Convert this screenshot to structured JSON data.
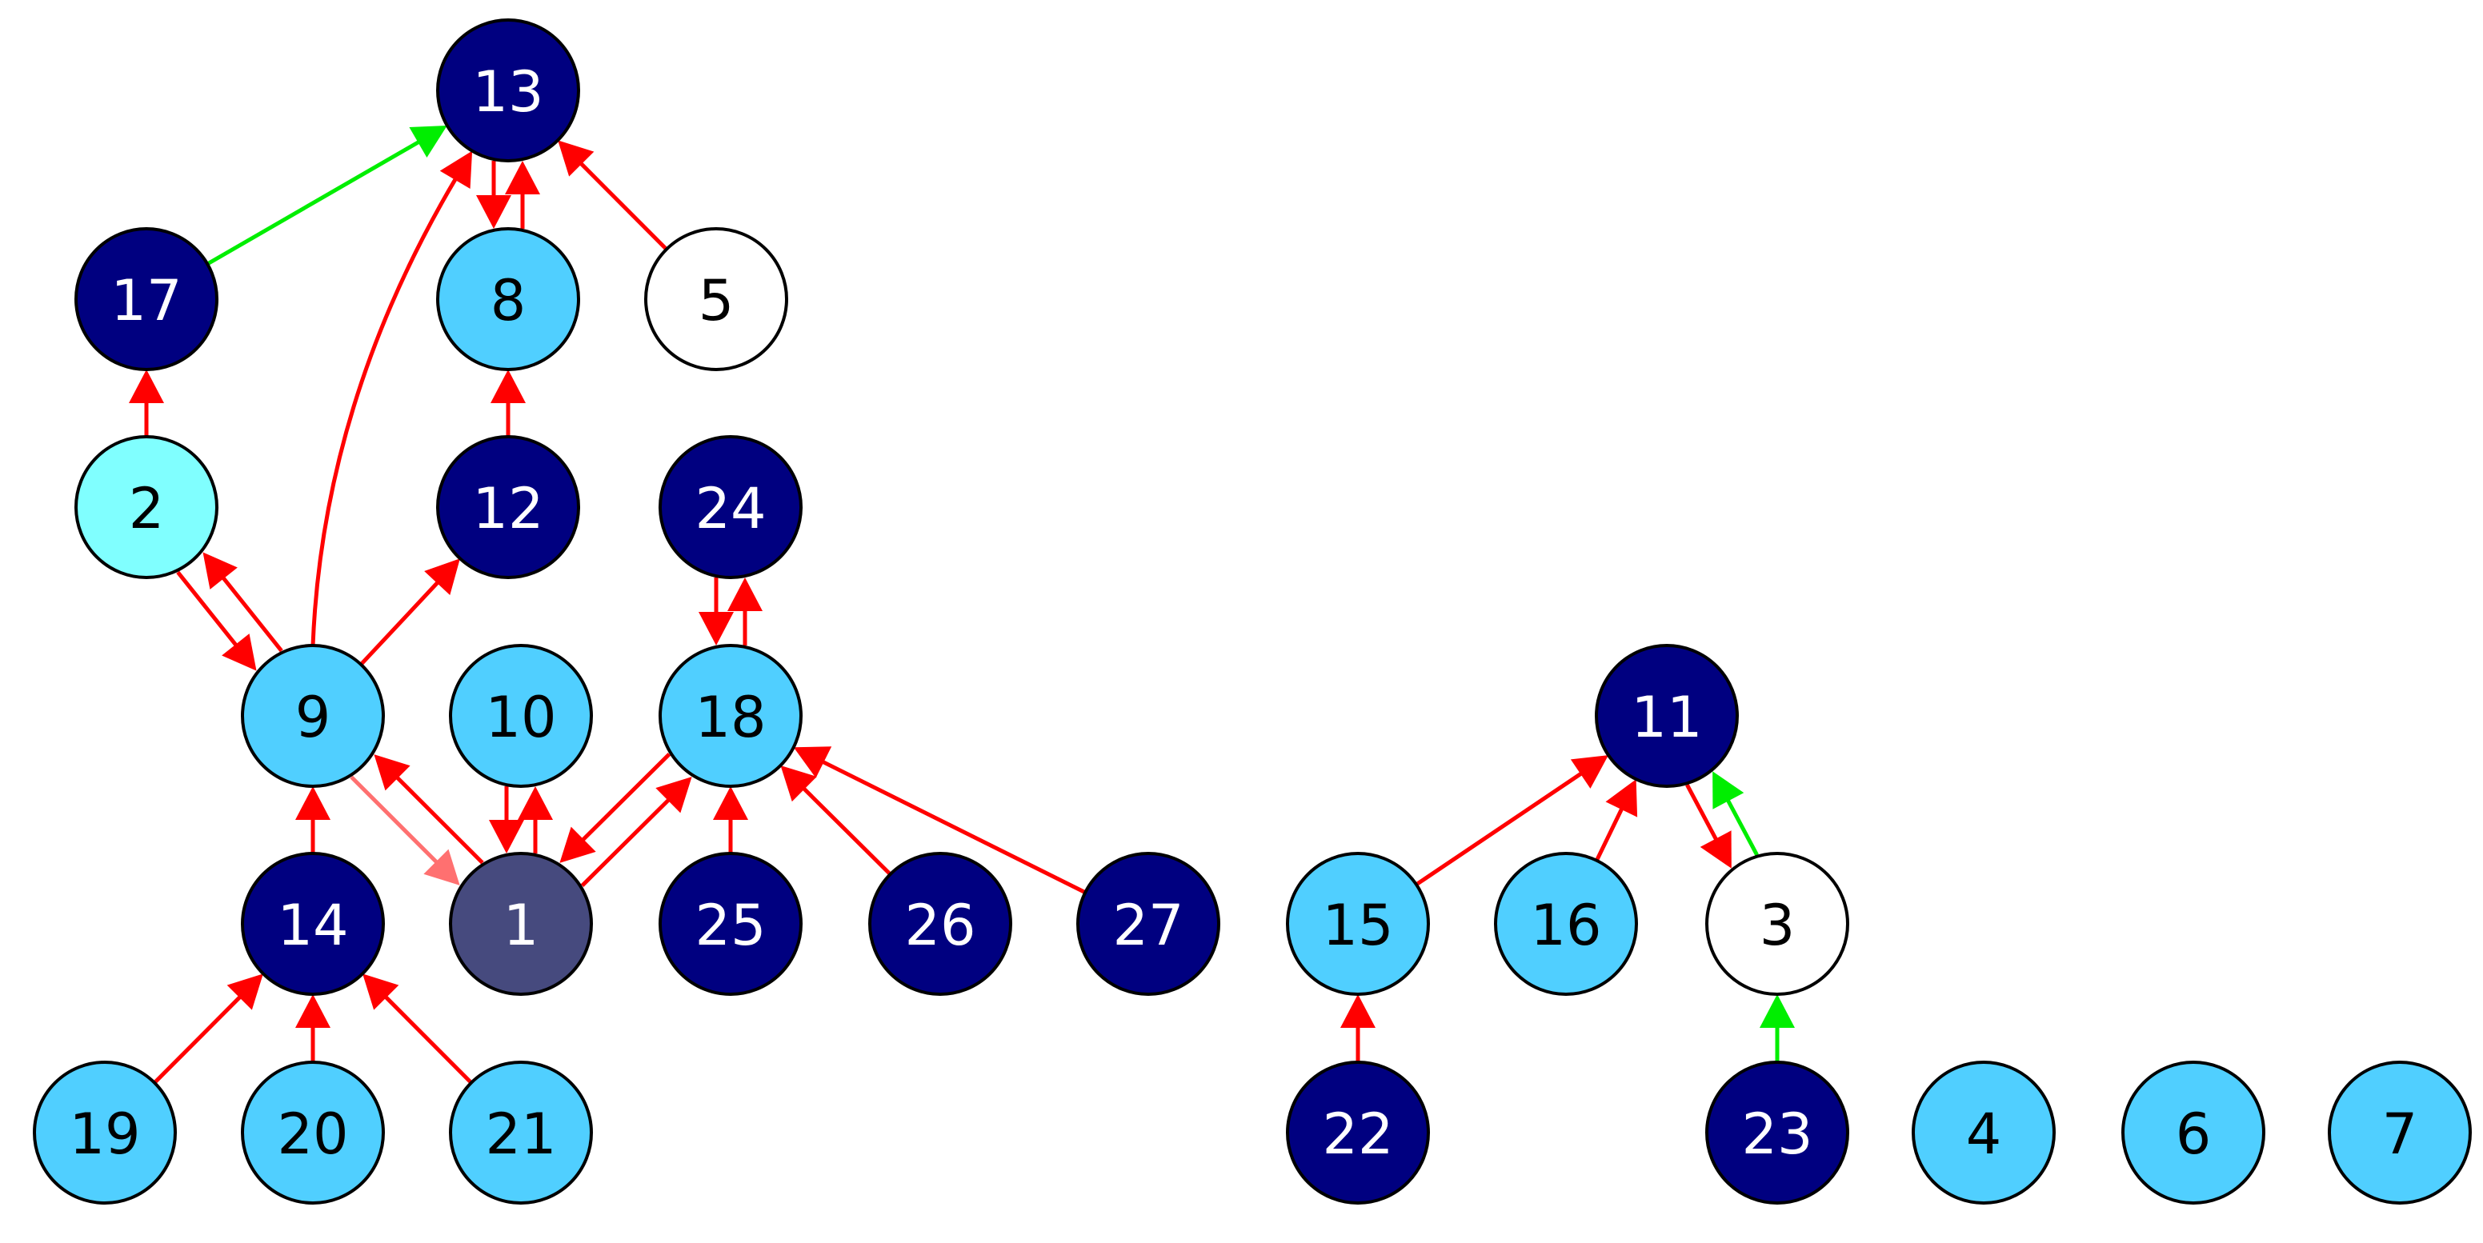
{
  "colors": {
    "navy": "#000080",
    "light_blue": "#50CFFF",
    "cyan": "#80FFFF",
    "white": "#FFFFFF",
    "slate": "#464A7E",
    "edge_red": "#FF0000",
    "edge_pink": "#FF7070",
    "edge_green": "#00EE00"
  },
  "nodes": [
    {
      "id": "13",
      "label": "13",
      "fill": "navy"
    },
    {
      "id": "17",
      "label": "17",
      "fill": "navy"
    },
    {
      "id": "8",
      "label": "8",
      "fill": "light_blue"
    },
    {
      "id": "5",
      "label": "5",
      "fill": "white"
    },
    {
      "id": "2",
      "label": "2",
      "fill": "cyan"
    },
    {
      "id": "12",
      "label": "12",
      "fill": "navy"
    },
    {
      "id": "24",
      "label": "24",
      "fill": "navy"
    },
    {
      "id": "9",
      "label": "9",
      "fill": "light_blue"
    },
    {
      "id": "10",
      "label": "10",
      "fill": "light_blue"
    },
    {
      "id": "18",
      "label": "18",
      "fill": "light_blue"
    },
    {
      "id": "11",
      "label": "11",
      "fill": "navy"
    },
    {
      "id": "14",
      "label": "14",
      "fill": "navy"
    },
    {
      "id": "1",
      "label": "1",
      "fill": "slate"
    },
    {
      "id": "25",
      "label": "25",
      "fill": "navy"
    },
    {
      "id": "26",
      "label": "26",
      "fill": "navy"
    },
    {
      "id": "27",
      "label": "27",
      "fill": "navy"
    },
    {
      "id": "15",
      "label": "15",
      "fill": "light_blue"
    },
    {
      "id": "16",
      "label": "16",
      "fill": "light_blue"
    },
    {
      "id": "3",
      "label": "3",
      "fill": "white"
    },
    {
      "id": "19",
      "label": "19",
      "fill": "light_blue"
    },
    {
      "id": "20",
      "label": "20",
      "fill": "light_blue"
    },
    {
      "id": "21",
      "label": "21",
      "fill": "light_blue"
    },
    {
      "id": "22",
      "label": "22",
      "fill": "navy"
    },
    {
      "id": "23",
      "label": "23",
      "fill": "navy"
    },
    {
      "id": "4",
      "label": "4",
      "fill": "light_blue"
    },
    {
      "id": "6",
      "label": "6",
      "fill": "light_blue"
    },
    {
      "id": "7",
      "label": "7",
      "fill": "light_blue"
    }
  ],
  "edges": [
    {
      "from": "17",
      "to": "13",
      "color": "edge_green"
    },
    {
      "from": "8",
      "to": "13",
      "color": "edge_red"
    },
    {
      "from": "13",
      "to": "8",
      "color": "edge_red"
    },
    {
      "from": "5",
      "to": "13",
      "color": "edge_red"
    },
    {
      "from": "9",
      "to": "13",
      "color": "edge_red",
      "curve": "left"
    },
    {
      "from": "2",
      "to": "17",
      "color": "edge_red"
    },
    {
      "from": "12",
      "to": "8",
      "color": "edge_red"
    },
    {
      "from": "9",
      "to": "2",
      "color": "edge_red"
    },
    {
      "from": "2",
      "to": "9",
      "color": "edge_red"
    },
    {
      "from": "9",
      "to": "12",
      "color": "edge_red"
    },
    {
      "from": "18",
      "to": "24",
      "color": "edge_red"
    },
    {
      "from": "24",
      "to": "18",
      "color": "edge_red"
    },
    {
      "from": "14",
      "to": "9",
      "color": "edge_red"
    },
    {
      "from": "1",
      "to": "9",
      "color": "edge_red"
    },
    {
      "from": "9",
      "to": "1",
      "color": "edge_pink"
    },
    {
      "from": "1",
      "to": "10",
      "color": "edge_red"
    },
    {
      "from": "10",
      "to": "1",
      "color": "edge_red"
    },
    {
      "from": "1",
      "to": "18",
      "color": "edge_red"
    },
    {
      "from": "18",
      "to": "1",
      "color": "edge_red"
    },
    {
      "from": "25",
      "to": "18",
      "color": "edge_red"
    },
    {
      "from": "26",
      "to": "18",
      "color": "edge_red"
    },
    {
      "from": "27",
      "to": "18",
      "color": "edge_red"
    },
    {
      "from": "15",
      "to": "11",
      "color": "edge_red"
    },
    {
      "from": "16",
      "to": "11",
      "color": "edge_red"
    },
    {
      "from": "3",
      "to": "11",
      "color": "edge_green"
    },
    {
      "from": "11",
      "to": "3",
      "color": "edge_red"
    },
    {
      "from": "19",
      "to": "14",
      "color": "edge_red"
    },
    {
      "from": "20",
      "to": "14",
      "color": "edge_red"
    },
    {
      "from": "21",
      "to": "14",
      "color": "edge_red"
    },
    {
      "from": "22",
      "to": "15",
      "color": "edge_red"
    },
    {
      "from": "23",
      "to": "3",
      "color": "edge_green"
    }
  ]
}
